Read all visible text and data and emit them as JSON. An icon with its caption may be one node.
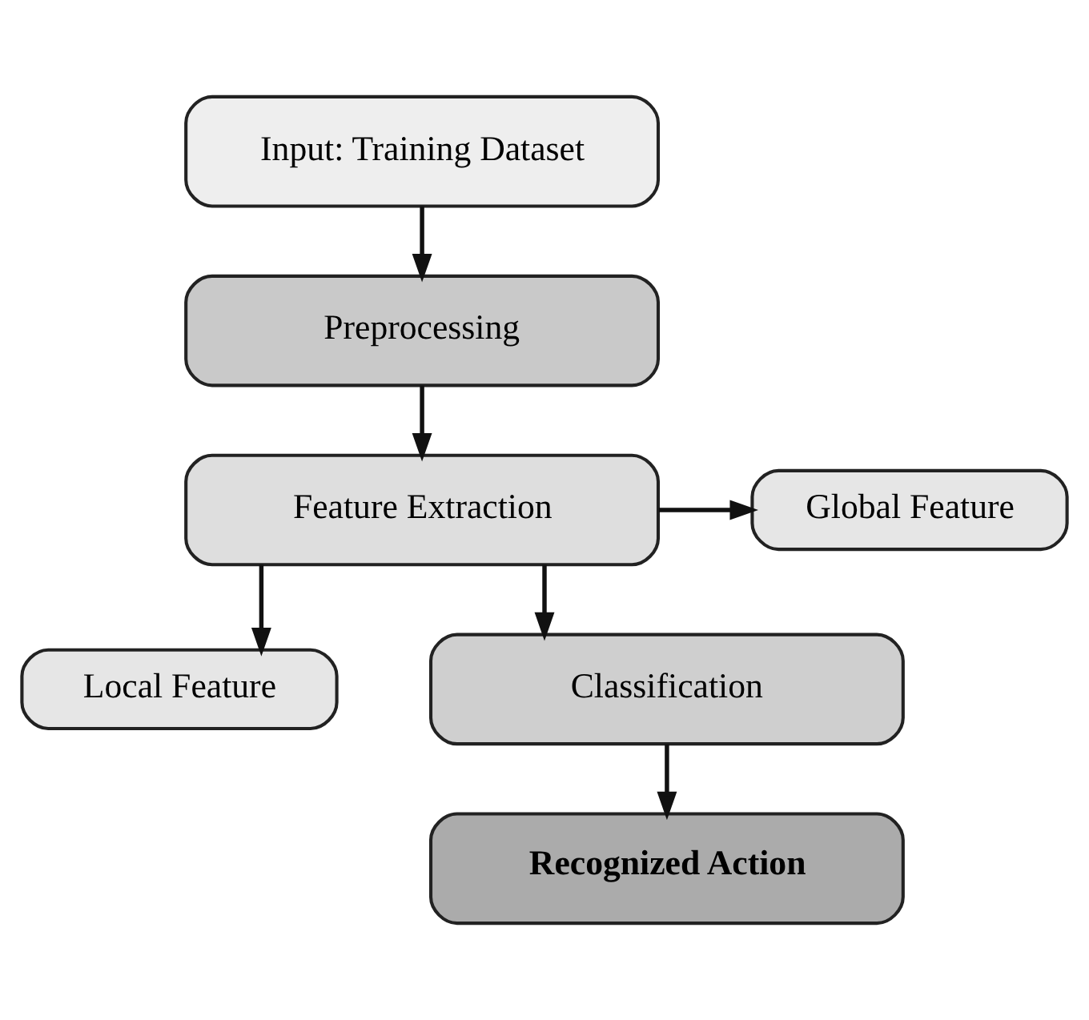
{
  "diagram": {
    "nodes": [
      {
        "text": [
          "Input: Training Dataset"
        ]
      },
      {
        "text": [
          "Preprocessing"
        ]
      },
      {
        "text": [
          "Feature Extraction"
        ]
      },
      {
        "text": [
          "Global Feature"
        ]
      },
      {
        "text": [
          "Local Feature"
        ]
      },
      {
        "text": [
          "Classification"
        ]
      },
      {
        "text": [
          "Recognized Action"
        ]
      }
    ],
    "edges": [
      {
        "from": 0,
        "to": 1,
        "arrow": "to"
      },
      {
        "from": 1,
        "to": 2,
        "arrow": "to"
      },
      {
        "from": 2,
        "to": 3,
        "arrow": "to"
      },
      {
        "from": 2,
        "to": 4,
        "arrow": "to"
      },
      {
        "from": 2,
        "to": 5,
        "arrow": "to"
      },
      {
        "from": 5,
        "to": 6,
        "arrow": "to"
      }
    ]
  }
}
